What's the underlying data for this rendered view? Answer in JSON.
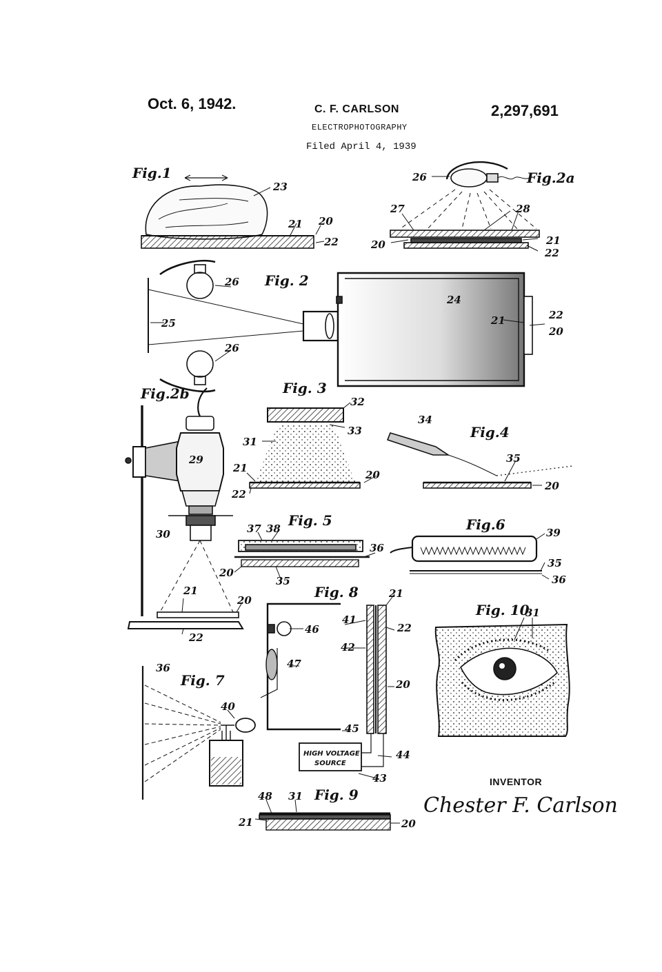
{
  "header": {
    "date": "Oct. 6, 1942.",
    "inventor_name": "C. F. CARLSON",
    "patent_number": "2,297,691",
    "title": "ELECTROPHOTOGRAPHY",
    "filed": "Filed April 4, 1939"
  },
  "figures": {
    "fig1": "Fig.1",
    "fig2": "Fig. 2",
    "fig2a": "Fig.2a",
    "fig2b": "Fig.2b",
    "fig3": "Fig. 3",
    "fig4": "Fig.4",
    "fig5": "Fig. 5",
    "fig6": "Fig.6",
    "fig7": "Fig. 7",
    "fig8": "Fig. 8",
    "fig9": "Fig. 9",
    "fig10": "Fig. 10"
  },
  "labels": {
    "n20": "20",
    "n21": "21",
    "n22": "22",
    "n23": "23",
    "n24": "24",
    "n25": "25",
    "n26": "26",
    "n27": "27",
    "n28": "28",
    "n29": "29",
    "n30": "30",
    "n31": "31",
    "n32": "32",
    "n33": "33",
    "n34": "34",
    "n35": "35",
    "n36": "36",
    "n37": "37",
    "n38": "38",
    "n39": "39",
    "n40": "40",
    "n41": "41",
    "n42": "42",
    "n43": "43",
    "n44": "44",
    "n45": "45",
    "n46": "46",
    "n47": "47",
    "n48": "48"
  },
  "high_voltage_box": {
    "line1": "HIGH VOLTAGE",
    "line2": "SOURCE"
  },
  "inventor_block": {
    "label": "INVENTOR",
    "signature": "Chester F. Carlson"
  }
}
